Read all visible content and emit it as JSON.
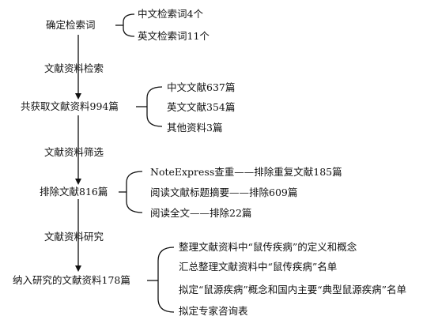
{
  "steps": [
    {
      "label": "确定检索词",
      "branches": [
        "中文检索词4个",
        "英文检索词11个"
      ]
    },
    {
      "label": "共获取文献资料994篇",
      "branches": [
        "中文文献637篇",
        "英文文献354篇",
        "其他资料3篇"
      ]
    },
    {
      "label": "排除文献816篇",
      "branches": [
        "NoteExpress查重——排除重复文献185篇",
        "阅读文献标题摘要——排除609篇",
        "阅读全文——排除22篇"
      ]
    },
    {
      "label": "纳入研究的文献资料178篇",
      "branches": [
        "整理文献资料中“鼠传疾病”的定义和概念",
        "汇总整理文献资料中“鼠传疾病”名单",
        "拟定“鼠源疾病”概念和国内主要“典型鼠源疾病”名单",
        "拟定专家咨询表"
      ]
    }
  ],
  "transitions": [
    "文献资料检索",
    "文献资料筛选",
    "文献资料研究"
  ]
}
